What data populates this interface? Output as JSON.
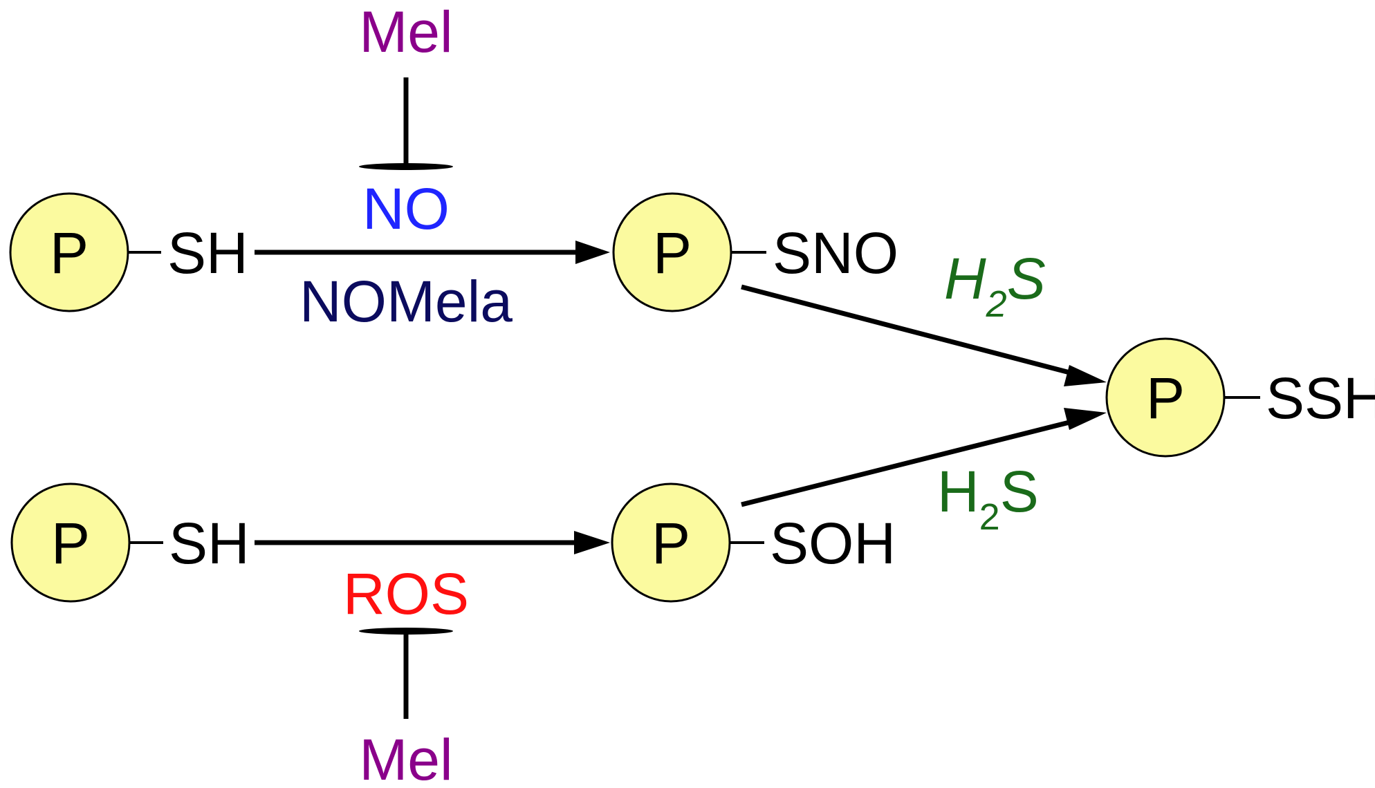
{
  "colors": {
    "protein_fill": "#fbfa9f",
    "protein_stroke": "#000000",
    "line": "#000000",
    "text": "#000000",
    "mel": "#8a008a",
    "no": "#1f25ff",
    "nomela": "#0b0b5e",
    "ros": "#ff1010",
    "h2s": "#1a6b1a"
  },
  "proteins": [
    {
      "label": "P",
      "group": "SH"
    },
    {
      "label": "P",
      "group": "SNO"
    },
    {
      "label": "P",
      "group": "SSH"
    },
    {
      "label": "P",
      "group": "SH"
    },
    {
      "label": "P",
      "group": "SOH"
    }
  ],
  "labels": {
    "mel_top": "Mel",
    "no": "NO",
    "nomela": "NOMela",
    "ros": "ROS",
    "mel_bottom": "Mel",
    "h2s_top": {
      "main": "H",
      "sub": "2",
      "tail": "S"
    },
    "h2s_bottom": {
      "main": "H",
      "sub": "2",
      "tail": "S"
    }
  }
}
